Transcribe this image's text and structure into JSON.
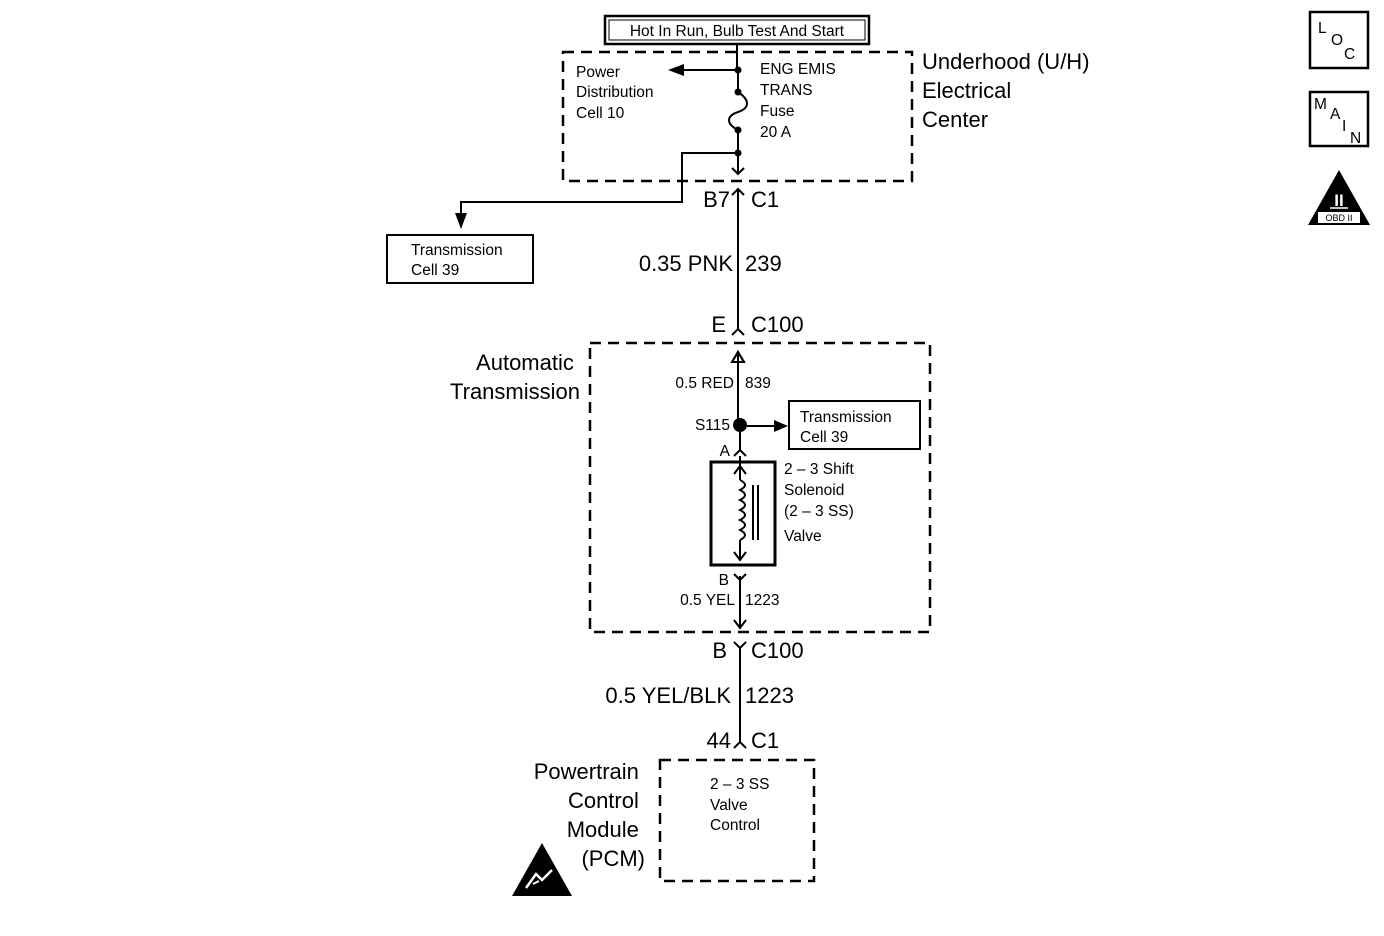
{
  "power_source": "Hot In Run, Bulb Test And Start",
  "underhood_center": {
    "name": [
      "Underhood (U/H)",
      "Electrical",
      "Center"
    ]
  },
  "power_distribution_ref": [
    "Power",
    "Distribution",
    "Cell 10"
  ],
  "fuse": [
    "ENG EMIS",
    "TRANS",
    "Fuse",
    "20 A"
  ],
  "connector_c1_top": {
    "pin": "B7",
    "name": "C1"
  },
  "transmission_ref_top": [
    "Transmission",
    "Cell 39"
  ],
  "wire_top": {
    "gauge_color": "0.35 PNK",
    "circuit": "239"
  },
  "connector_c100_top": {
    "pin": "E",
    "name": "C100"
  },
  "automatic_transmission": {
    "name": [
      "Automatic",
      "Transmission"
    ]
  },
  "wire_red": {
    "gauge_color": "0.5 RED",
    "circuit": "839"
  },
  "splice": "S115",
  "transmission_ref_mid": [
    "Transmission",
    "Cell 39"
  ],
  "solenoid": {
    "pin_a": "A",
    "pin_b": "B",
    "label": [
      "2 – 3 Shift",
      "Solenoid",
      "(2 – 3 SS)",
      "Valve"
    ]
  },
  "wire_yel": {
    "gauge_color": "0.5 YEL",
    "circuit": "1223"
  },
  "connector_c100_bottom": {
    "pin": "B",
    "name": "C100"
  },
  "wire_bottom": {
    "gauge_color": "0.5 YEL/BLK",
    "circuit": "1223"
  },
  "connector_c1_bottom": {
    "pin": "44",
    "name": "C1"
  },
  "pcm": {
    "name": [
      "Powertrain",
      "Control",
      "Module",
      "(PCM)"
    ],
    "function": [
      "2 – 3 SS",
      "Valve",
      "Control"
    ]
  },
  "side_icons": {
    "loc": [
      "L",
      "O",
      "C"
    ],
    "main": [
      "M",
      "A",
      "I",
      "N"
    ],
    "obd": {
      "numeral": "II",
      "label": "OBD II"
    }
  }
}
